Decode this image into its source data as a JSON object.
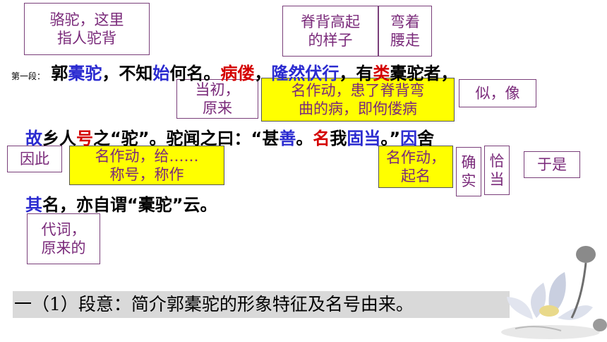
{
  "notes": {
    "n1": [
      "骆驼，这里",
      "指人驼背"
    ],
    "n2": [
      "脊背高起",
      "的样子"
    ],
    "n3": [
      "弯着",
      "腰走"
    ],
    "n4": [
      "当初，",
      "原来"
    ],
    "n5": [
      "名作动，患了脊背弯",
      "曲的病，即佝偻病"
    ],
    "n6": [
      "似，像"
    ],
    "n7": [
      "因此"
    ],
    "n8": [
      "名作动，给……",
      "称号，称作"
    ],
    "n9": [
      "名作动，",
      "起名"
    ],
    "n10": [
      "确",
      "实"
    ],
    "n11": [
      "恰",
      "当"
    ],
    "n12": [
      "于是"
    ],
    "n13": [
      "代词，",
      "原来的"
    ]
  },
  "label": "第一段：",
  "line1": [
    "郭",
    "橐驼",
    "，不知",
    "始",
    "何名。",
    "病偻",
    "，",
    "隆然伏行",
    "，有",
    "类",
    "橐驼者，"
  ],
  "line2": [
    "故",
    "乡人",
    "号",
    "之“驼”。驼闻之曰：“甚",
    "善",
    "。",
    "名",
    "我",
    "固当",
    "。”",
    "因",
    "舍"
  ],
  "line3": [
    "其",
    "名，亦自谓“橐驼”云。"
  ],
  "summary": "一（1）段意：简介郭橐驼的形象特征及名号由来。",
  "colors": {
    "blue": "#2b2bd0",
    "red": "#d40000",
    "note_text": "#7a2a7a",
    "highlight": "#ffff00"
  }
}
